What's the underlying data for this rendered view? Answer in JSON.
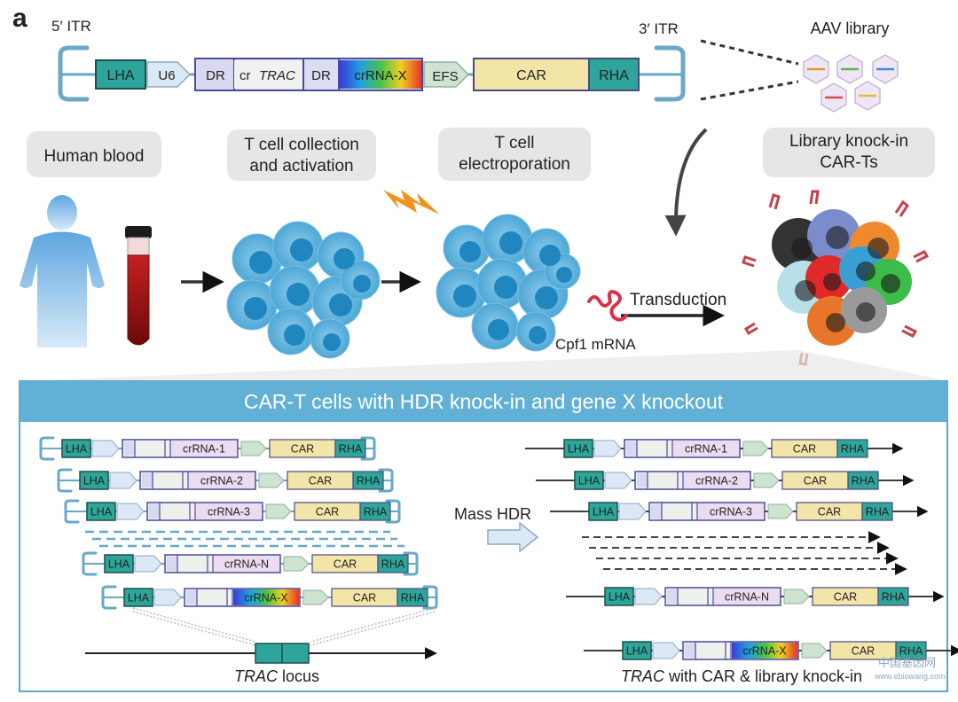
{
  "panel_letter": "a",
  "construct": {
    "itr5": "5′ ITR",
    "itr3": "3′ ITR",
    "lha": "LHA",
    "u6": "U6",
    "dr1": "DR",
    "cr": "cr",
    "trac": "TRAC",
    "dr2": "DR",
    "crrna_x": "crRNA-X",
    "efs": "EFS",
    "car": "CAR",
    "rha": "RHA"
  },
  "aav_library": "AAV library",
  "steps": {
    "human_blood": "Human blood",
    "collection_l1": "T cell collection",
    "collection_l2": "and activation",
    "electro_l1": "T cell",
    "electro_l2": "electroporation",
    "library_l1": "Library knock-in",
    "library_l2": "CAR-Ts",
    "transduction": "Transduction",
    "cpf1": "Cpf1 mRNA"
  },
  "bottom": {
    "title": "CAR-T cells with HDR knock-in and gene X knockout",
    "mass_hdr": "Mass HDR",
    "trac_locus_italic": "TRAC",
    "trac_locus_rest": " locus",
    "result_italic": "TRAC",
    "result_rest": " with CAR & library knock-in",
    "left_rows": [
      {
        "lha": "LHA",
        "crrna": "crRNA-1",
        "car": "CAR",
        "rha": "RHA"
      },
      {
        "lha": "LHA",
        "crrna": "crRNA-2",
        "car": "CAR",
        "rha": "RHA"
      },
      {
        "lha": "LHA",
        "crrna": "crRNA-3",
        "car": "CAR",
        "rha": "RHA"
      },
      {
        "lha": "LHA",
        "crrna": "crRNA-N",
        "car": "CAR",
        "rha": "RHA"
      },
      {
        "lha": "LHA",
        "crrna": "crRNA-X",
        "car": "CAR",
        "rha": "RHA"
      }
    ],
    "right_rows": [
      {
        "lha": "LHA",
        "crrna": "crRNA-1",
        "car": "CAR",
        "rha": "RHA"
      },
      {
        "lha": "LHA",
        "crrna": "crRNA-2",
        "car": "CAR",
        "rha": "RHA"
      },
      {
        "lha": "LHA",
        "crrna": "crRNA-3",
        "car": "CAR",
        "rha": "RHA"
      },
      {
        "lha": "LHA",
        "crrna": "crRNA-N",
        "car": "CAR",
        "rha": "RHA"
      },
      {
        "lha": "LHA",
        "crrna": "crRNA-X",
        "car": "CAR",
        "rha": "RHA"
      }
    ]
  },
  "watermark": {
    "line1": "中国基因网",
    "line2": "www.ebiowang.com"
  }
}
